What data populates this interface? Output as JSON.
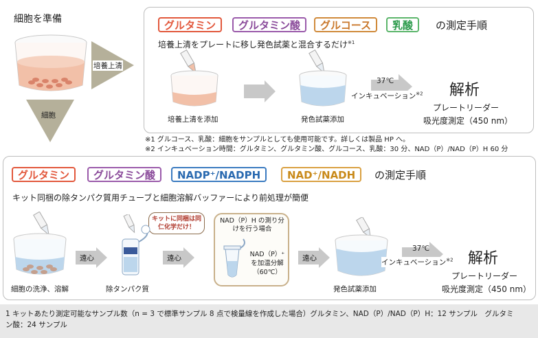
{
  "left": {
    "prep_title": "細胞を準備",
    "supernatant_label": "培養上清",
    "cells_label": "細胞"
  },
  "top": {
    "tags": [
      {
        "label": "グルタミン",
        "color": "red"
      },
      {
        "label": "グルタミン酸",
        "color": "purple"
      },
      {
        "label": "グルコース",
        "color": "orange"
      },
      {
        "label": "乳酸",
        "color": "green"
      }
    ],
    "title_suffix": "の測定手順",
    "subtitle": "培養上清をプレートに移し発色試薬と混合するだけ",
    "subtitle_note": "※1",
    "step1": "培養上清を添加",
    "step2": "発色試薬添加",
    "incubation_temp": "37℃",
    "incubation": "インキュベーション",
    "incubation_note": "※2",
    "analysis": "解析",
    "reader": "プレートリーダー",
    "absorbance": "吸光度測定（450 nm）",
    "note1": "※1 グルコース、乳酸：細胞をサンプルとしても使用可能です。詳しくは製品 HP へ。",
    "note2": "※2 インキュベーション時間：グルタミン、グルタミン酸、グルコース、乳酸：30 分、NAD（P）/NAD（P）H 60 分"
  },
  "bottom": {
    "tags": [
      {
        "label": "グルタミン",
        "color": "red"
      },
      {
        "label": "グルタミン酸",
        "color": "purple"
      },
      {
        "label": "NADP⁺/NADPH",
        "color": "blue"
      },
      {
        "label": "NAD⁺/NADH",
        "color": "gold"
      }
    ],
    "title_suffix": "の測定手順",
    "subtitle": "キット同梱の除タンパク質用チューブと細胞溶解バッファーにより前処理が簡便",
    "step1": "細胞の洗浄、溶解",
    "centrifuge1": "遠心",
    "bubble": "キットに同梱は同仁化学だけ！",
    "step2": "除タンパク質",
    "centrifuge2": "遠心",
    "split_title": "NAD（P）H の測り分けを行う場合",
    "split_body": "NAD（P）⁺を加温分解（60℃）",
    "centrifuge3": "遠心",
    "step3": "発色試薬添加",
    "incubation_temp": "37℃",
    "incubation": "インキュベーション",
    "incubation_note": "※2",
    "analysis": "解析",
    "reader": "プレートリーダー",
    "absorbance": "吸光度測定（450 nm）"
  },
  "footer": {
    "line1": "1 キットあたり測定可能なサンプル数（n = 3 で標準サンプル 8 点で検量線を作成した場合）グルタミン、NAD（P）/NAD（P）H：12 サンプル　グルタミ",
    "line2": "ン酸：24 サンプル"
  },
  "colors": {
    "arrow": "#b5b09a",
    "dish_pink": "#f2c0a8",
    "dish_blue": "#bcd6ec",
    "cell": "#d9836a"
  }
}
